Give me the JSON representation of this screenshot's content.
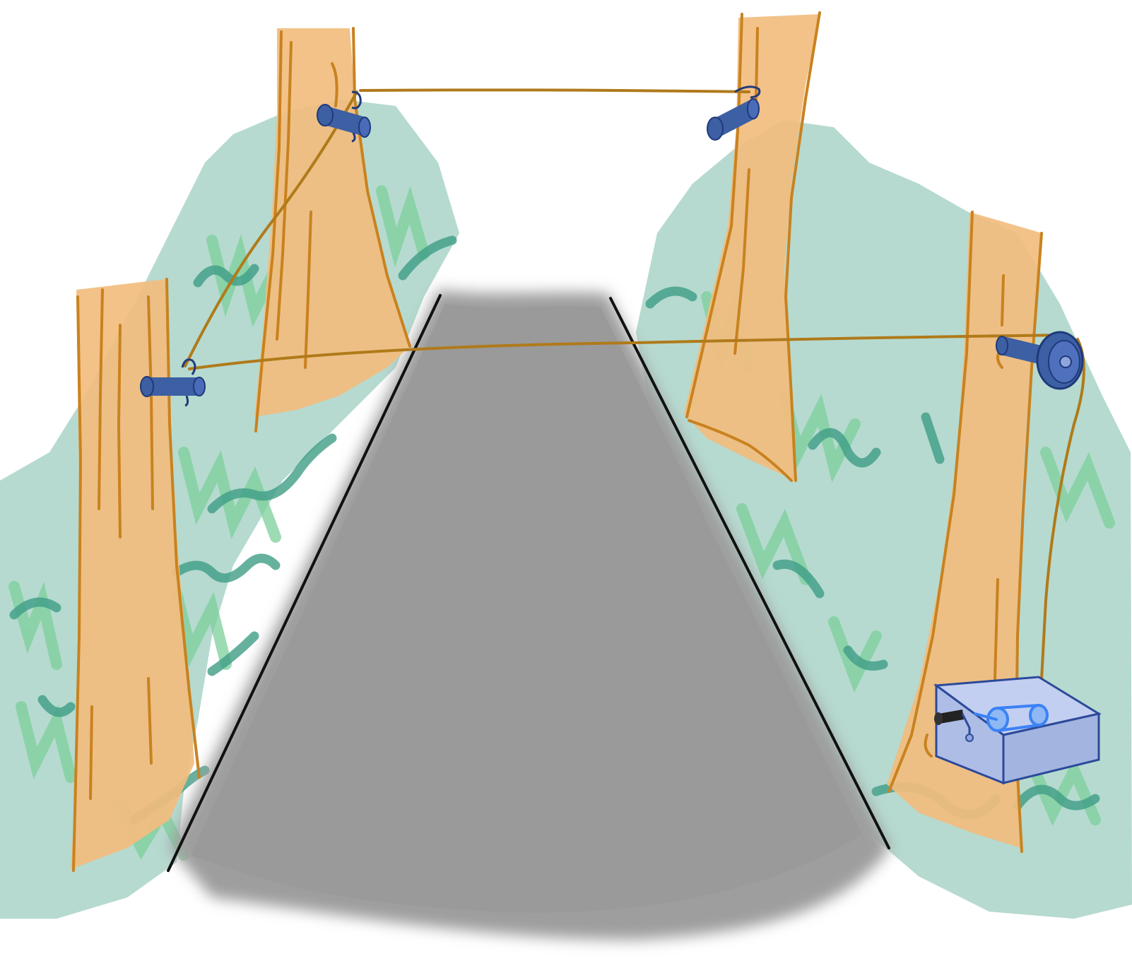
{
  "scene": {
    "subject": "",
    "colors": {
      "background": "#ffffff",
      "foliage": "#a9d4c8",
      "foliage_dark": "#3f9e86",
      "grass_green": "#7ccf9b",
      "trunk_fill": "#f2bd7e",
      "trunk_outline": "#c9821f",
      "rope": "#b07a1a",
      "road": "#9e9e9e",
      "road_edge": "#111111",
      "hardware": "#3d5fa3",
      "crate_fill": "#aebde6",
      "crate_outline": "#2c4a9a",
      "crank_handle": "#222222",
      "spool_blue": "#3b82f6"
    },
    "elements": {
      "trees": [
        "tree-front-left",
        "tree-back-left",
        "tree-back-right",
        "tree-front-right"
      ],
      "fasteners": [
        "hook-back-left",
        "hook-back-right",
        "hook-front-left",
        "pulley-front-right"
      ],
      "ropes": [
        "rope-top-span",
        "rope-diagonal-left",
        "rope-main-span",
        "rope-drop-to-crate"
      ],
      "mechanism": "crank-winch-crate"
    }
  }
}
